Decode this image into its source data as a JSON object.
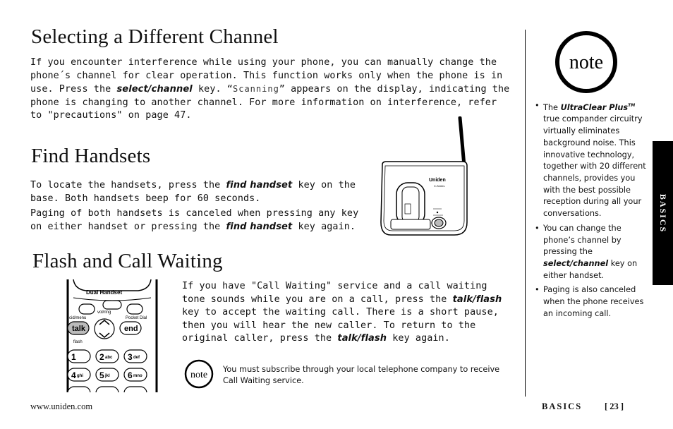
{
  "sections": {
    "channel": {
      "title": "Selecting a Different Channel",
      "p1": "If you encounter interference while using your phone, you can manually change the phone´s channel for clear operation. This function works only when the phone is in use. Press the ",
      "key": "select/channel",
      "p2": " key. “",
      "lcd": "Scanning",
      "p3": "” appears on the display, indicating the phone is changing to another channel. For more information on interference, refer to \"precautions\" on page 47."
    },
    "find": {
      "title": "Find Handsets",
      "p1a": "To locate the handsets, press the ",
      "key": "find handset",
      "p1b": " key on the base. Both handsets beep for 60 seconds.",
      "p2a": "Paging of both handsets is canceled when pressing any key on either handset or pressing the ",
      "p2b": " key again."
    },
    "flash": {
      "title": "Flash and Call Waiting",
      "p1": "If you have \"Call Waiting\" service and a call waiting tone sounds while you are on a call, press the ",
      "key": "talk/flash",
      "p2": " key to accept the waiting call. There is a short pause, then you will hear the new caller. To return to the original caller, press the ",
      "p3": " key again.",
      "note_label": "note",
      "note_text": "You must subscribe through your local telephone company to receive Call Waiting service."
    }
  },
  "sidebar": {
    "note_label": "note",
    "items": [
      {
        "pre": "The ",
        "bold": "UltraClear Plus",
        "sup": "TM",
        "post": " true compander circuitry virtually eliminates background noise. This innovative technology, together with 20 different channels, provides you with the best possible reception during all your conversations."
      },
      {
        "pre": "You can change the phone’s channel by pressing the ",
        "bold": "select/channel",
        "post": " key on either handset."
      },
      {
        "pre": "Paging is also canceled when the phone receives an incoming call."
      }
    ],
    "tab_label": "BASICS"
  },
  "illustrations": {
    "base": {
      "brand": "Uniden",
      "model": "X-Series"
    },
    "handset": {
      "model": "Dual Handset",
      "labels": {
        "cidmenu": "cid/menu",
        "volring": "vol/ring",
        "pocketdial": "Pocket Dial",
        "talk": "talk",
        "end": "end",
        "flash": "flash"
      },
      "keys": [
        {
          "num": "1",
          "sub": ""
        },
        {
          "num": "2",
          "sub": "abc"
        },
        {
          "num": "3",
          "sub": "def"
        },
        {
          "num": "4",
          "sub": "ghi"
        },
        {
          "num": "5",
          "sub": "jkl"
        },
        {
          "num": "6",
          "sub": "mno"
        }
      ]
    }
  },
  "footer": {
    "url": "www.uniden.com",
    "section": "BASICS",
    "page": "[ 23 ]"
  }
}
